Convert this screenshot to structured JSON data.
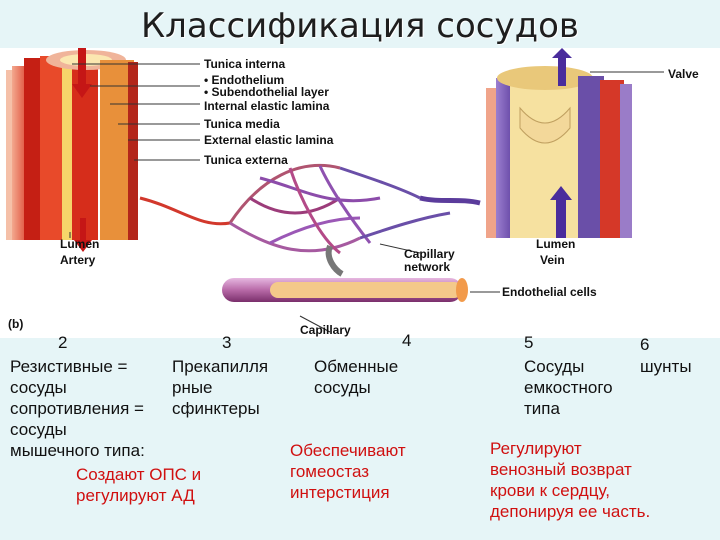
{
  "title": "Классификация сосудов",
  "figure": {
    "labels": {
      "tunica_interna": "Tunica interna",
      "endothelium": "• Endothelium",
      "subendothelial": "• Subendothelial layer",
      "internal_elastic": "Internal elastic lamina",
      "tunica_media": "Tunica media",
      "external_elastic": "External elastic lamina",
      "tunica_externa": "Tunica externa",
      "valve": "Valve",
      "lumen_artery": "Lumen",
      "artery": "Artery",
      "capillary_network": "Capillary\nnetwork",
      "lumen_vein": "Lumen",
      "vein": "Vein",
      "endothelial_cells": "Endothelial cells",
      "capillary": "Capillary",
      "panel": "(b)"
    }
  },
  "columns": {
    "c2": {
      "number": "2",
      "text": "Резистивные =\nсосуды\nсопротивления =\nсосуды\nмышечного типа:",
      "note": "Создают ОПС и\nрегулируют АД"
    },
    "c3": {
      "number": "3",
      "text": "Прекапилля\nрные\nсфинктеры"
    },
    "c4": {
      "number": "4",
      "text": "Обменные\nсосуды",
      "note": "Обеспечивают\nгомеостаз\nинтерстиция"
    },
    "c5": {
      "number": "5",
      "text": "Сосуды\nемкостного\nтипа",
      "note": "Регулируют\nвенозный возврат\nкрови к сердцу,\nдепонируя ее часть."
    },
    "c6": {
      "number": "6",
      "text": "шунты"
    }
  },
  "colors": {
    "note": "#d01010",
    "artery": "#d83020",
    "vein": "#6a4fa8",
    "background": "#e6f5f7"
  }
}
